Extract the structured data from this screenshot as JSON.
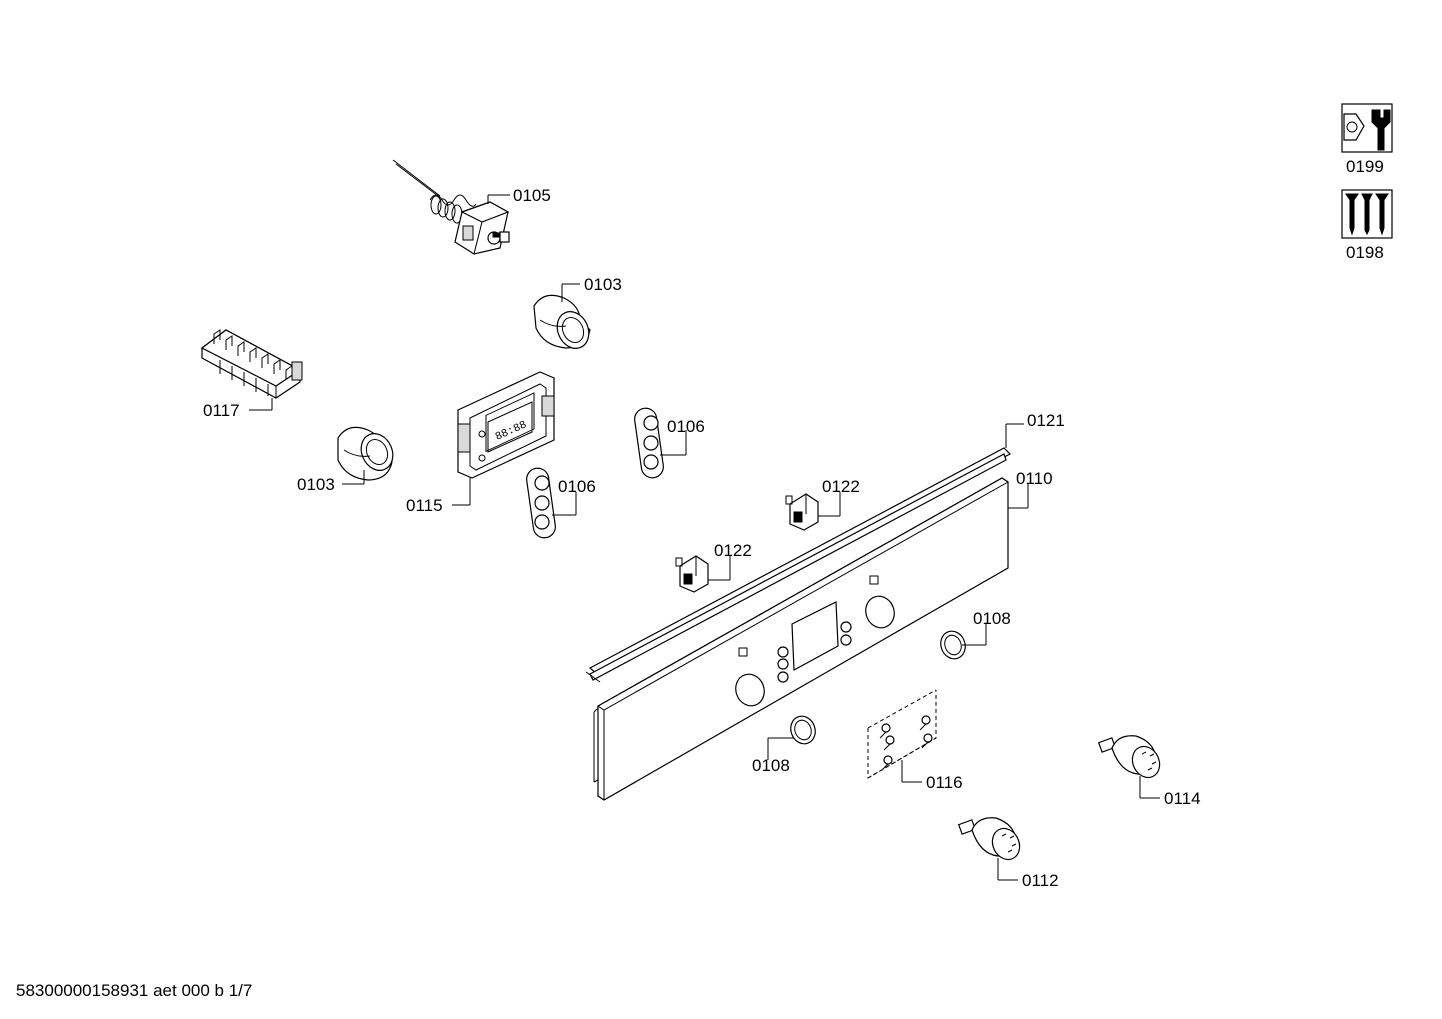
{
  "parts": {
    "p0105": "0105",
    "p0103a": "0103",
    "p0117": "0117",
    "p0103b": "0103",
    "p0115": "0115",
    "p0106a": "0106",
    "p0106b": "0106",
    "p0121": "0121",
    "p0110": "0110",
    "p0122a": "0122",
    "p0122b": "0122",
    "p0108a": "0108",
    "p0108b": "0108",
    "p0116": "0116",
    "p0114": "0114",
    "p0112": "0112",
    "p0199": "0199",
    "p0198": "0198"
  },
  "footer": "58300000158931 aet 000 b 1/7"
}
